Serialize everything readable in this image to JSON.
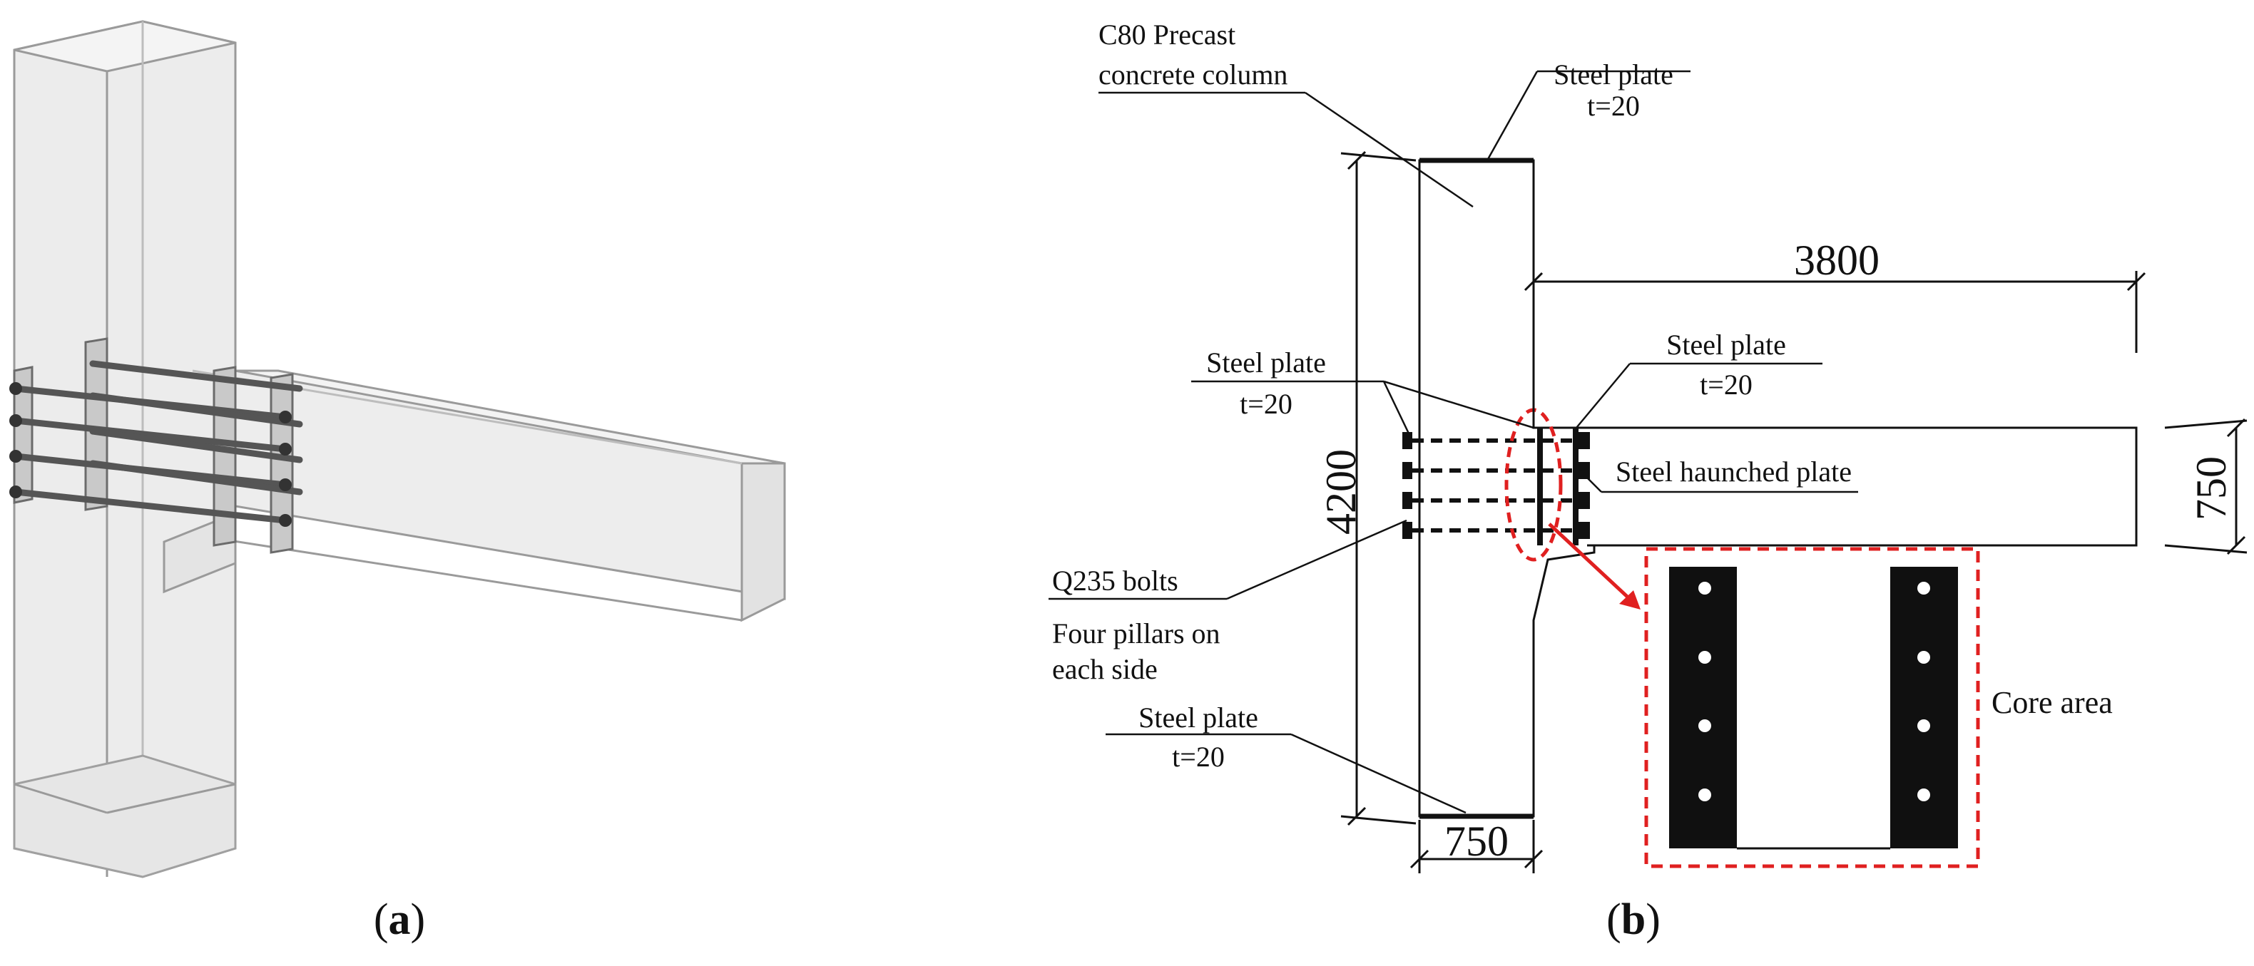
{
  "panel_a": {
    "caption_open": "(",
    "caption_letter": "a",
    "caption_close": ")"
  },
  "panel_b": {
    "caption_open": "(",
    "caption_letter": "b",
    "caption_close": ")",
    "labels": {
      "column_line1": "C80 Precast",
      "column_line2": "concrete column",
      "plate_top_line1": "Steel plate",
      "plate_top_line2": "t=20",
      "plate_left_line1": "Steel plate",
      "plate_left_line2": "t=20",
      "plate_right_line1": "Steel plate",
      "plate_right_line2": "t=20",
      "haunched": "Steel haunched plate",
      "bolts": "Q235 bolts",
      "pillars_line1": "Four pillars on",
      "pillars_line2": "each side",
      "plate_bottom_line1": "Steel plate",
      "plate_bottom_line2": "t=20",
      "core": "Core area"
    },
    "dimensions": {
      "column_height": "4200",
      "column_width": "750",
      "beam_length": "3800",
      "beam_depth": "750"
    },
    "colors": {
      "highlight": "#e02020",
      "line": "#111111"
    }
  }
}
